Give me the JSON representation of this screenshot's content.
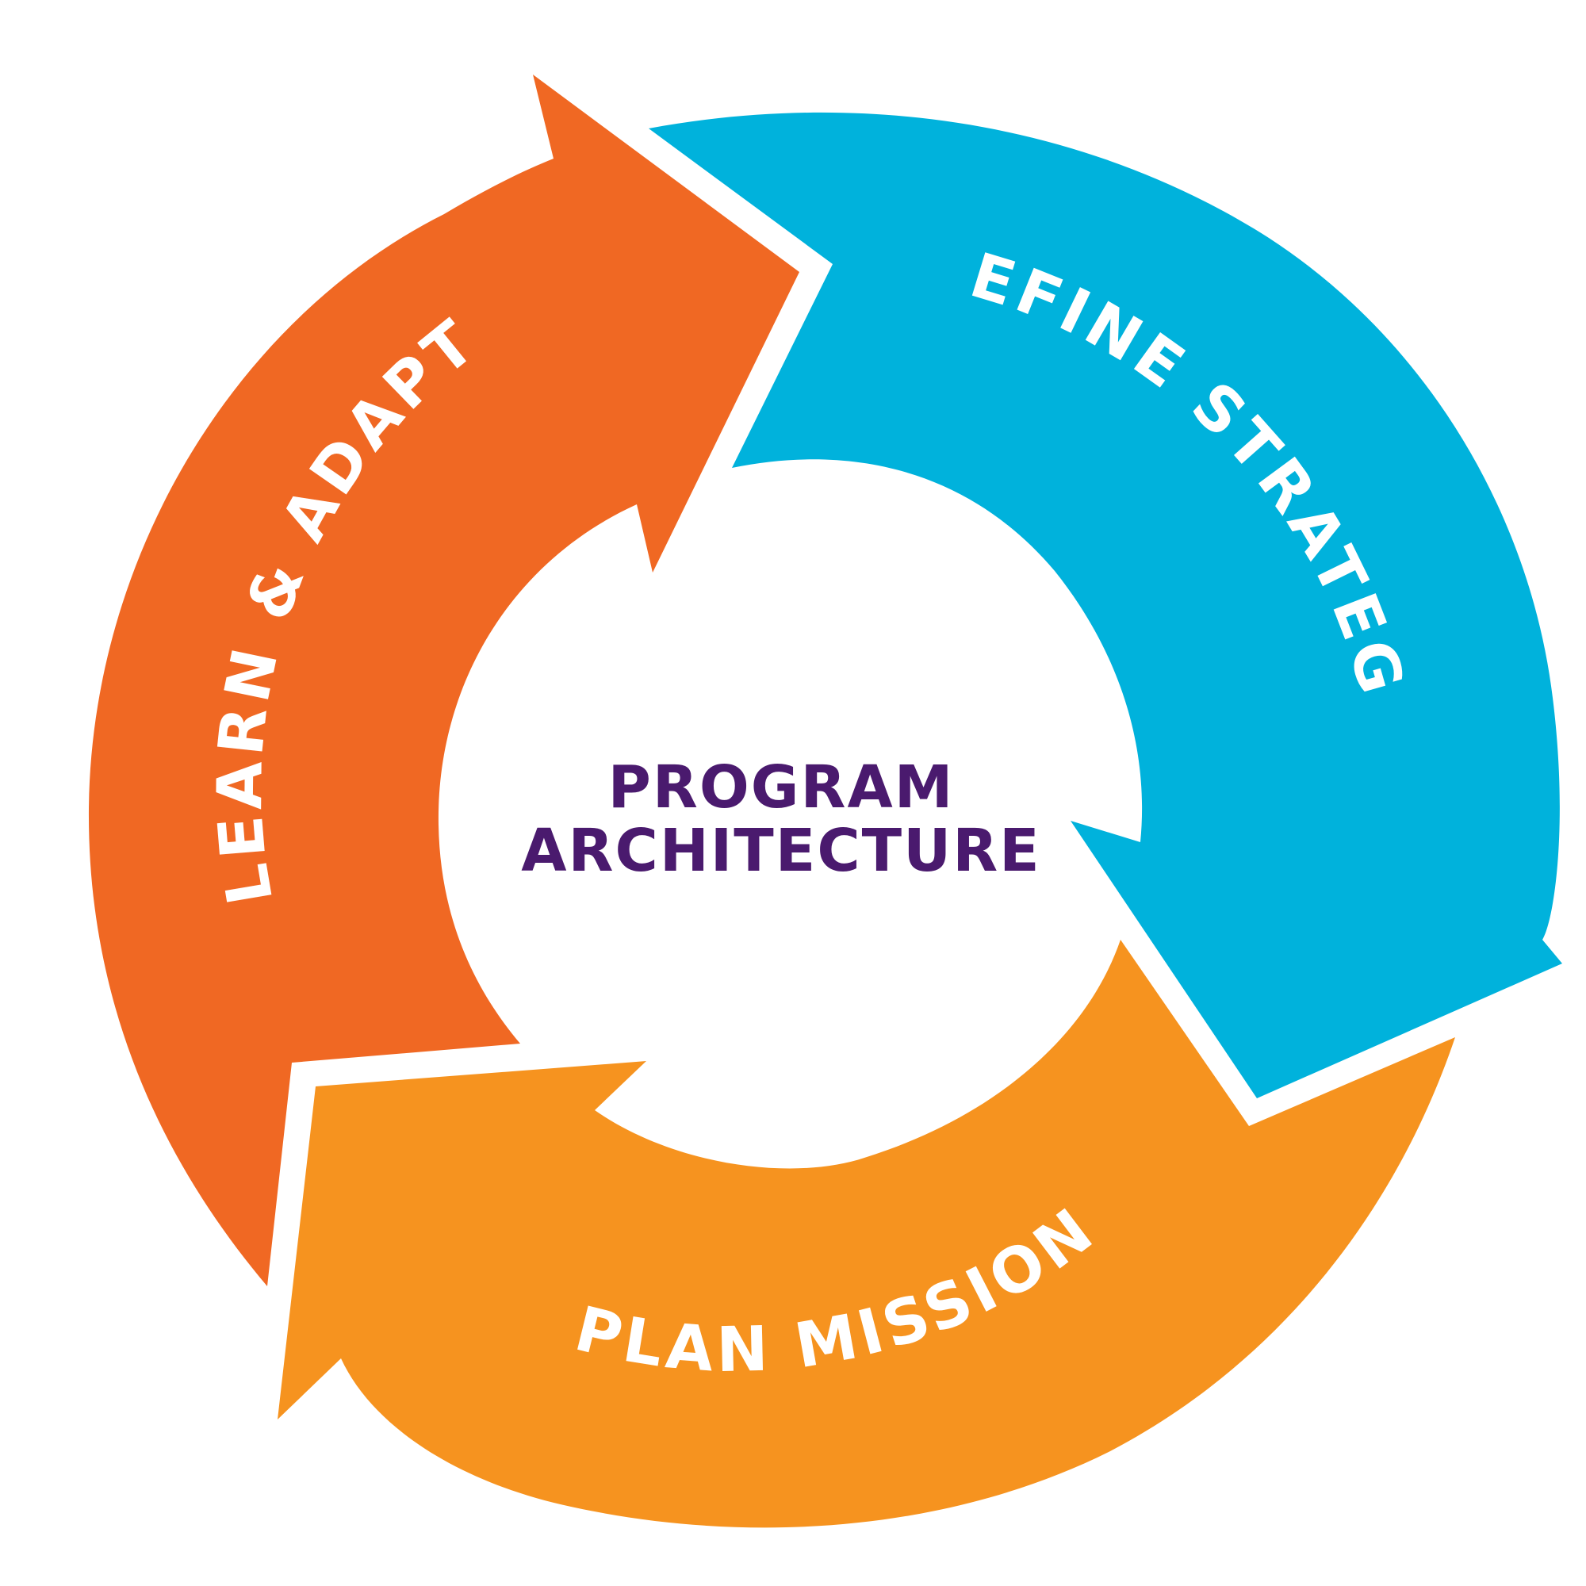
{
  "center": {
    "line1": "PROGRAM",
    "line2": "ARCHITECTURE"
  },
  "segments": [
    {
      "label": "DEFINE STRATEGY",
      "color": "#00b2dc"
    },
    {
      "label": "PLAN MISSION",
      "color": "#f6931f"
    },
    {
      "label": "LEARN & ADAPT",
      "color": "#f06823"
    }
  ],
  "colors": {
    "center_text": "#4a1a6e",
    "segment_text": "#ffffff",
    "background": "#ffffff"
  }
}
